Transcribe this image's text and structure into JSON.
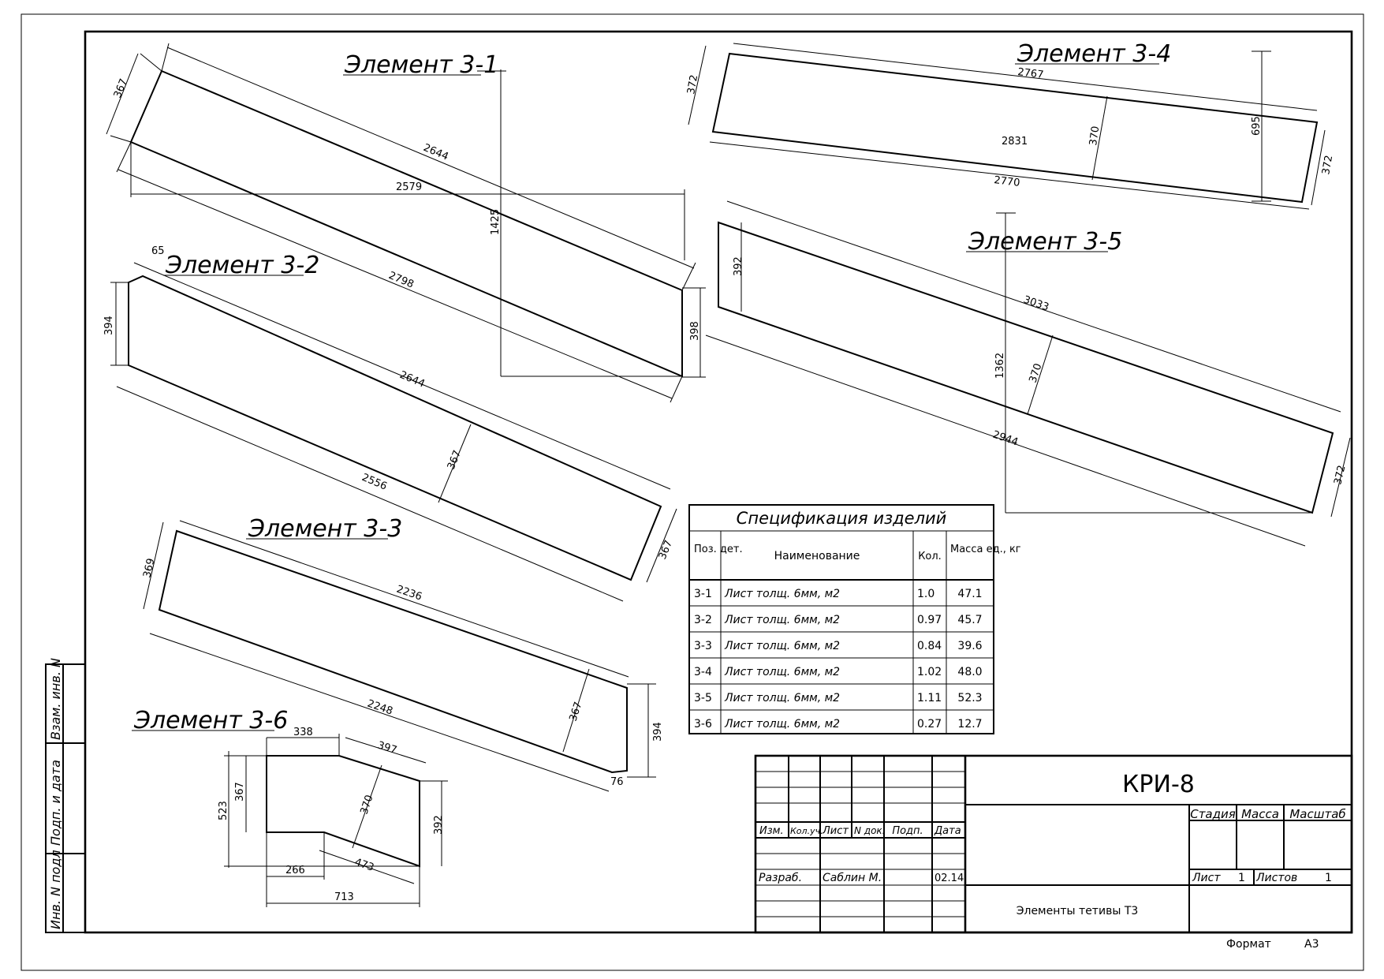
{
  "drawing": {
    "elements": [
      {
        "id": "e1",
        "title": "Элемент 3-1",
        "dims": [
          "367",
          "2644",
          "2579",
          "1425",
          "2798",
          "398"
        ]
      },
      {
        "id": "e2",
        "title": "Элемент 3-2",
        "dims": [
          "65",
          "394",
          "2644",
          "367",
          "2556",
          "367"
        ]
      },
      {
        "id": "e3",
        "title": "Элемент 3-3",
        "dims": [
          "369",
          "2236",
          "2248",
          "367",
          "394",
          "76"
        ]
      },
      {
        "id": "e4",
        "title": "Элемент 3-4",
        "dims": [
          "372",
          "2767",
          "2831",
          "370",
          "695",
          "2770",
          "372"
        ]
      },
      {
        "id": "e5",
        "title": "Элемент 3-5",
        "dims": [
          "392",
          "3033",
          "1362",
          "370",
          "2944",
          "372"
        ]
      },
      {
        "id": "e6",
        "title": "Элемент 3-6",
        "dims": [
          "338",
          "397",
          "523",
          "367",
          "370",
          "392",
          "266",
          "473",
          "713"
        ]
      }
    ]
  },
  "spec": {
    "title": "Спецификация изделий",
    "headers": [
      "Поз. дет.",
      "Наименование",
      "Кол.",
      "Масса ед., кг"
    ],
    "rows": [
      {
        "pos": "3-1",
        "name": "Лист толщ. 6мм, м2",
        "qty": "1.0",
        "mass": "47.1"
      },
      {
        "pos": "3-2",
        "name": "Лист толщ. 6мм, м2",
        "qty": "0.97",
        "mass": "45.7"
      },
      {
        "pos": "3-3",
        "name": "Лист толщ. 6мм, м2",
        "qty": "0.84",
        "mass": "39.6"
      },
      {
        "pos": "3-4",
        "name": "Лист толщ. 6мм, м2",
        "qty": "1.02",
        "mass": "48.0"
      },
      {
        "pos": "3-5",
        "name": "Лист толщ. 6мм, м2",
        "qty": "1.11",
        "mass": "52.3"
      },
      {
        "pos": "3-6",
        "name": "Лист толщ. 6мм, м2",
        "qty": "0.27",
        "mass": "12.7"
      }
    ]
  },
  "side_stamp": [
    "Взам. инв. N",
    "Подп. и дата",
    "Инв. N подл"
  ],
  "title_block": {
    "code": "КРИ-8",
    "col_headers": [
      "Изм.",
      "Кол.уч.",
      "Лист",
      "N док.",
      "Подп.",
      "Дата"
    ],
    "developer_role": "Разраб.",
    "developer_name": "Саблин М.",
    "date": "02.14",
    "stage_label": "Стадия",
    "mass_label": "Масса",
    "scale_label": "Масштаб",
    "sheet_label": "Лист",
    "sheet_value": "1",
    "sheets_label": "Листов",
    "sheets_value": "1",
    "name": "Элементы тетивы Т3",
    "format_label": "Формат",
    "format_value": "А3"
  }
}
